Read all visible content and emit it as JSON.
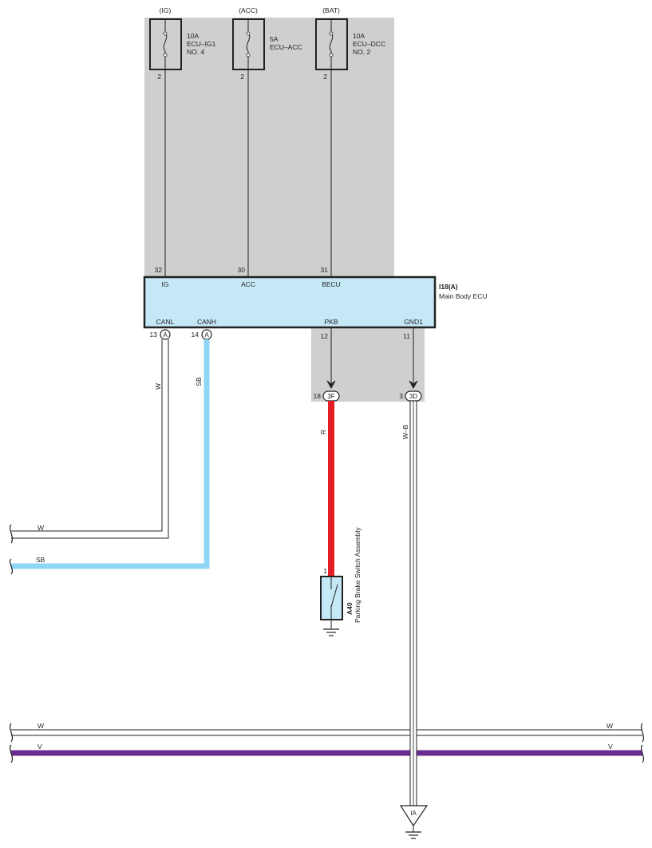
{
  "fuses": [
    {
      "source": "(IG)",
      "rating": "10A",
      "name": "ECU–IG1",
      "extra": "NO. 4",
      "pin": "2",
      "ecu_pin": "32",
      "ecu_label": "IG"
    },
    {
      "source": "(ACC)",
      "rating": "5A",
      "name": "ECU–ACC",
      "extra": "",
      "pin": "2",
      "ecu_pin": "30",
      "ecu_label": "ACC"
    },
    {
      "source": "(BAT)",
      "rating": "10A",
      "name": "ECU–DCC",
      "extra": "NO. 2",
      "pin": "2",
      "ecu_pin": "31",
      "ecu_label": "BECU"
    }
  ],
  "ecu": {
    "code": "I18(A)",
    "name": "Main Body ECU",
    "bottom_pins": [
      {
        "label": "CANL",
        "pin": "13",
        "connector": "A"
      },
      {
        "label": "CANH",
        "pin": "14",
        "connector": "A"
      },
      {
        "label": "PKB",
        "pin": "12",
        "connector": "3F",
        "connector_pin": "18"
      },
      {
        "label": "GND1",
        "pin": "11",
        "connector": "3D",
        "connector_pin": "3"
      }
    ]
  },
  "wires": {
    "canl": "W",
    "canh": "SB",
    "pkb": "R",
    "gnd": "W–B",
    "left_w": "W",
    "left_sb": "SB",
    "bus_w_left": "W",
    "bus_w_right": "W",
    "bus_v_left": "V",
    "bus_v_right": "V"
  },
  "switch": {
    "code": "A40",
    "name": "Parking Brake Switch Assembly",
    "pin": "1"
  },
  "ground_point": "IA",
  "colors": {
    "shade": "#cfcfcf",
    "ecu_fill": "#c5e8f7",
    "sb": "#8ed6f3",
    "r": "#e31e24",
    "v": "#6b2c91",
    "wire": "#222222"
  }
}
